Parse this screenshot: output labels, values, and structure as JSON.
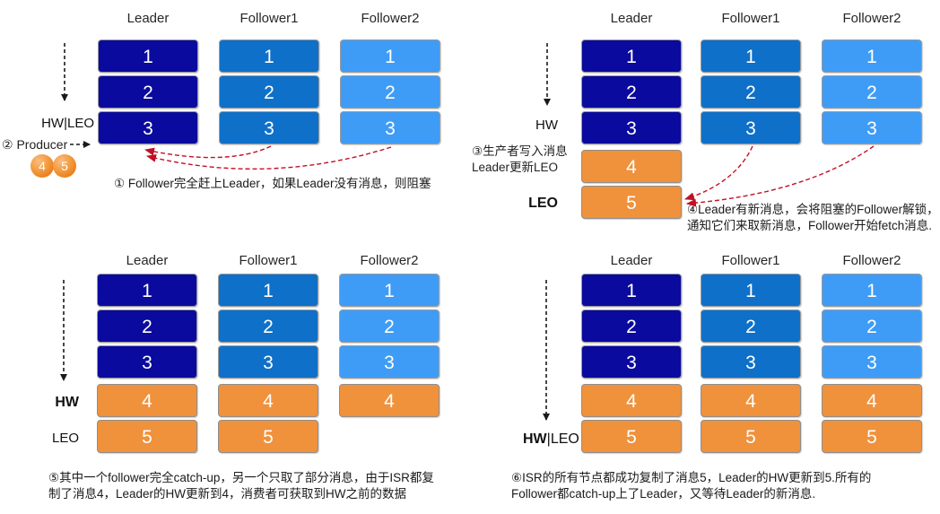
{
  "colors": {
    "leader_box": "#0a0a9e",
    "follower1_box": "#0e70c8",
    "follower2_box": "#3f9cf6",
    "new_message_box": "#f0913c",
    "producer_badge": "#ec8220",
    "red_dashed_arrow": "#c31023",
    "black_arrow": "#1a1a1a",
    "box_text": "#ffffff",
    "caption_text": "#1a1a1a"
  },
  "panels": [
    {
      "name": "step-1-2",
      "columns": [
        {
          "header": "Leader",
          "boxes": [
            "1",
            "2",
            "3"
          ]
        },
        {
          "header": "Follower1",
          "boxes": [
            "1",
            "2",
            "3"
          ]
        },
        {
          "header": "Follower2",
          "boxes": [
            "1",
            "2",
            "3"
          ]
        }
      ],
      "labels": {
        "hw": "HW|LEO",
        "producer": "② Producer"
      },
      "badges": [
        "4",
        "5"
      ],
      "caption_lines": [
        "① Follower完全赶上Leader，如果Leader没有消息，则阻塞"
      ]
    },
    {
      "name": "step-3-4",
      "columns": [
        {
          "header": "Leader",
          "boxes": [
            "1",
            "2",
            "3",
            "4",
            "5"
          ]
        },
        {
          "header": "Follower1",
          "boxes": [
            "1",
            "2",
            "3"
          ]
        },
        {
          "header": "Follower2",
          "boxes": [
            "1",
            "2",
            "3"
          ]
        }
      ],
      "labels": {
        "hw": "HW",
        "note_lines": [
          "③生产者写入消息",
          "Leader更新LEO"
        ],
        "leo": "LEO"
      },
      "caption_lines": [
        "④Leader有新消息，会将阻塞的Follower解锁，",
        "通知它们来取新消息，Follower开始fetch消息."
      ]
    },
    {
      "name": "step-5",
      "columns": [
        {
          "header": "Leader",
          "boxes": [
            "1",
            "2",
            "3",
            "4",
            "5"
          ]
        },
        {
          "header": "Follower1",
          "boxes": [
            "1",
            "2",
            "3",
            "4",
            "5"
          ]
        },
        {
          "header": "Follower2",
          "boxes": [
            "1",
            "2",
            "3",
            "4"
          ]
        }
      ],
      "labels": {
        "hw": "HW",
        "leo": "LEO"
      },
      "caption_lines": [
        "⑤其中一个follower完全catch-up，另一个只取了部分消息，由于ISR都复",
        "制了消息4，Leader的HW更新到4，消费者可获取到HW之前的数据"
      ]
    },
    {
      "name": "step-6",
      "columns": [
        {
          "header": "Leader",
          "boxes": [
            "1",
            "2",
            "3",
            "4",
            "5"
          ]
        },
        {
          "header": "Follower1",
          "boxes": [
            "1",
            "2",
            "3",
            "4",
            "5"
          ]
        },
        {
          "header": "Follower2",
          "boxes": [
            "1",
            "2",
            "3",
            "4",
            "5"
          ]
        }
      ],
      "labels": {
        "hw": "HW",
        "leo_rest": "|LEO"
      },
      "caption_lines": [
        "⑥ISR的所有节点都成功复制了消息5，Leader的HW更新到5.所有的",
        "Follower都catch-up上了Leader，又等待Leader的新消息."
      ]
    }
  ]
}
